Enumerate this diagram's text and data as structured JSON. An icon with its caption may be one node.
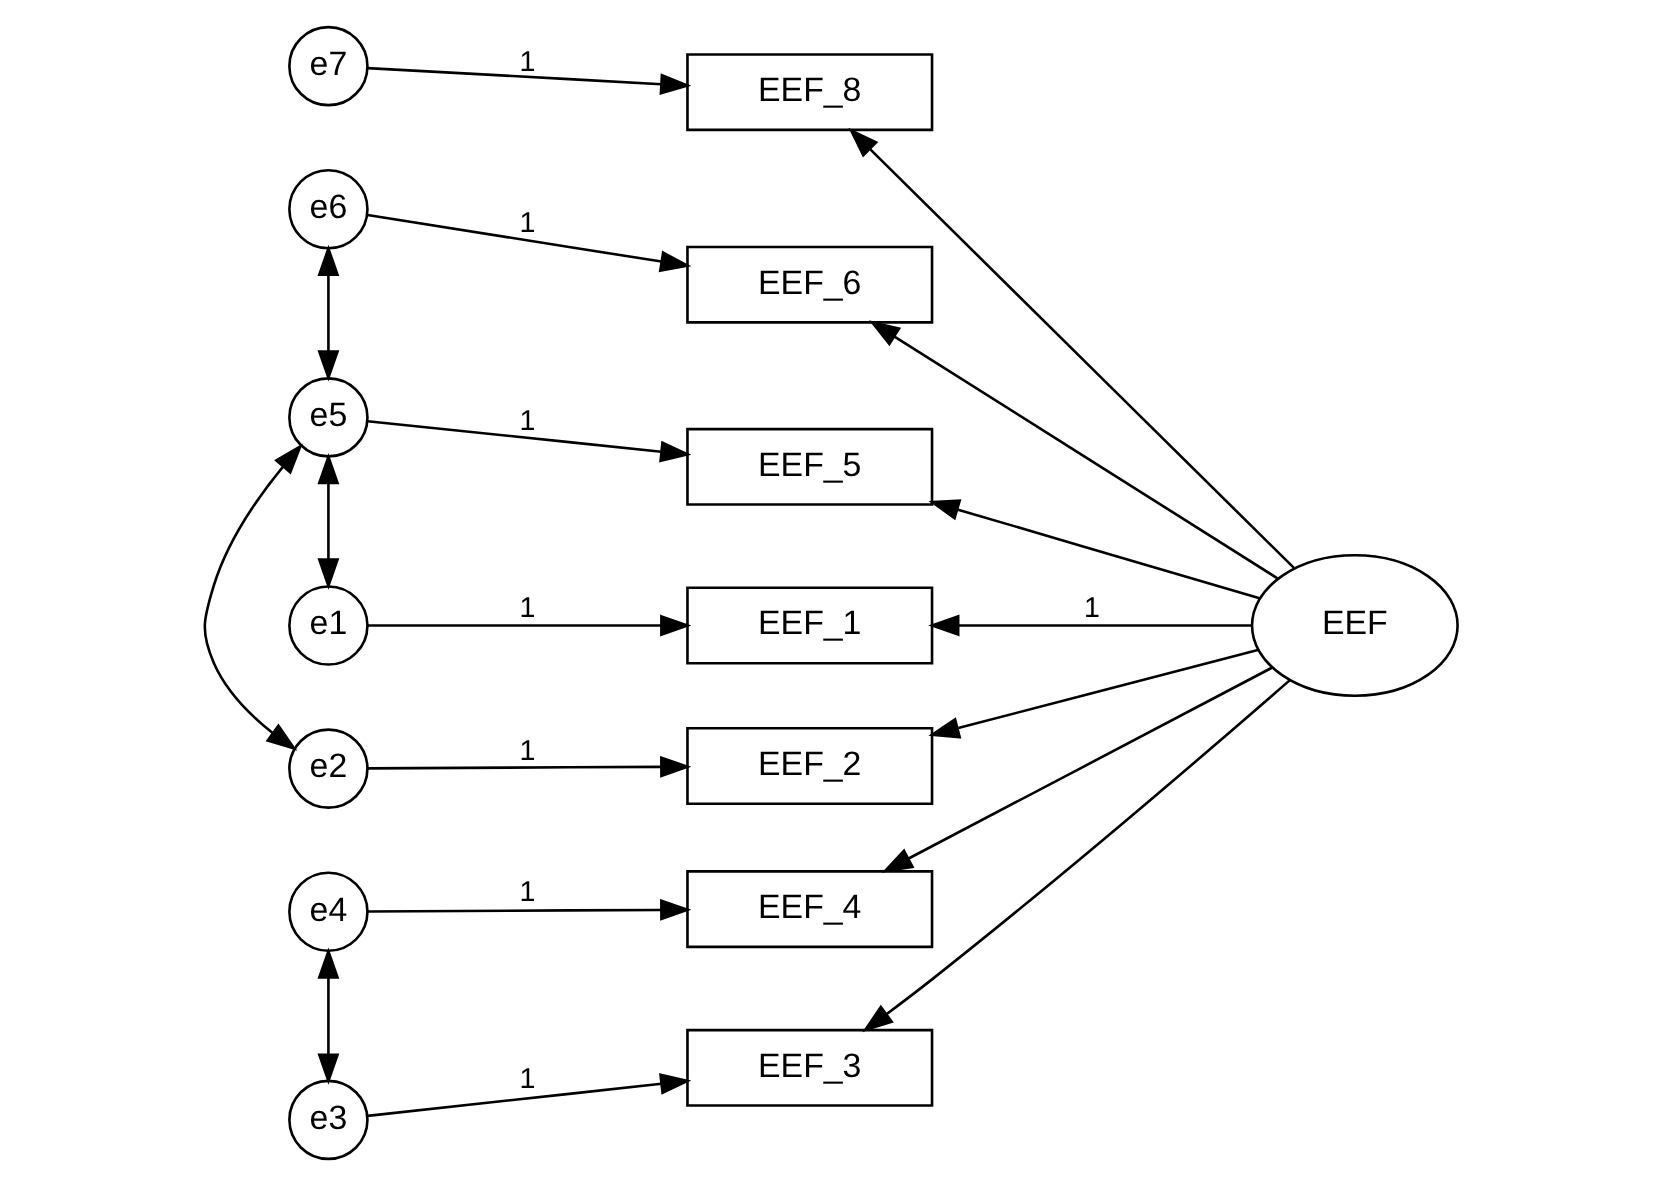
{
  "diagram": {
    "nodes": [
      {
        "text": [
          "e7"
        ]
      },
      {
        "text": [
          "EEF_8"
        ]
      },
      {
        "text": [
          "e6"
        ]
      },
      {
        "text": [
          "EEF_6"
        ]
      },
      {
        "text": [
          "e5"
        ]
      },
      {
        "text": [
          "EEF_5"
        ]
      },
      {
        "text": [
          "e4"
        ]
      },
      {
        "text": [
          "EEF_4"
        ]
      },
      {
        "text": [
          "e3"
        ]
      },
      {
        "text": [
          "EEF_3"
        ]
      },
      {
        "text": [
          "e2"
        ]
      },
      {
        "text": [
          "EEF_2"
        ]
      },
      {
        "text": [
          "e1"
        ]
      },
      {
        "text": [
          "EEF_1"
        ]
      },
      {
        "text": [
          "EEF"
        ]
      }
    ],
    "edges": [
      {
        "from": 0,
        "to": 1,
        "arrow": "to",
        "label": "1"
      },
      {
        "from": 2,
        "to": 3,
        "arrow": "to",
        "label": "1"
      },
      {
        "from": 4,
        "to": 5,
        "arrow": "to",
        "label": "1"
      },
      {
        "from": 6,
        "to": 7,
        "arrow": "to",
        "label": "1"
      },
      {
        "from": 8,
        "to": 9,
        "arrow": "to",
        "label": "1"
      },
      {
        "from": 10,
        "to": 11,
        "arrow": "to",
        "label": "1"
      },
      {
        "from": 12,
        "to": 13,
        "arrow": "to",
        "label": "1"
      },
      {
        "from": 14,
        "to": 1,
        "arrow": "to"
      },
      {
        "from": 14,
        "to": 3,
        "arrow": "to"
      },
      {
        "from": 14,
        "to": 5,
        "arrow": "to"
      },
      {
        "from": 14,
        "to": 7,
        "arrow": "to"
      },
      {
        "from": 14,
        "to": 9,
        "arrow": "to"
      },
      {
        "from": 14,
        "to": 11,
        "arrow": "to"
      },
      {
        "from": 14,
        "to": 13,
        "arrow": "to",
        "label": "1"
      },
      {
        "from": 2,
        "to": 4,
        "arrow": "both"
      },
      {
        "from": 6,
        "to": 8,
        "arrow": "both"
      },
      {
        "from": 4,
        "to": 10,
        "arrow": "both"
      },
      {
        "from": 4,
        "to": 12,
        "arrow": "both"
      }
    ]
  }
}
